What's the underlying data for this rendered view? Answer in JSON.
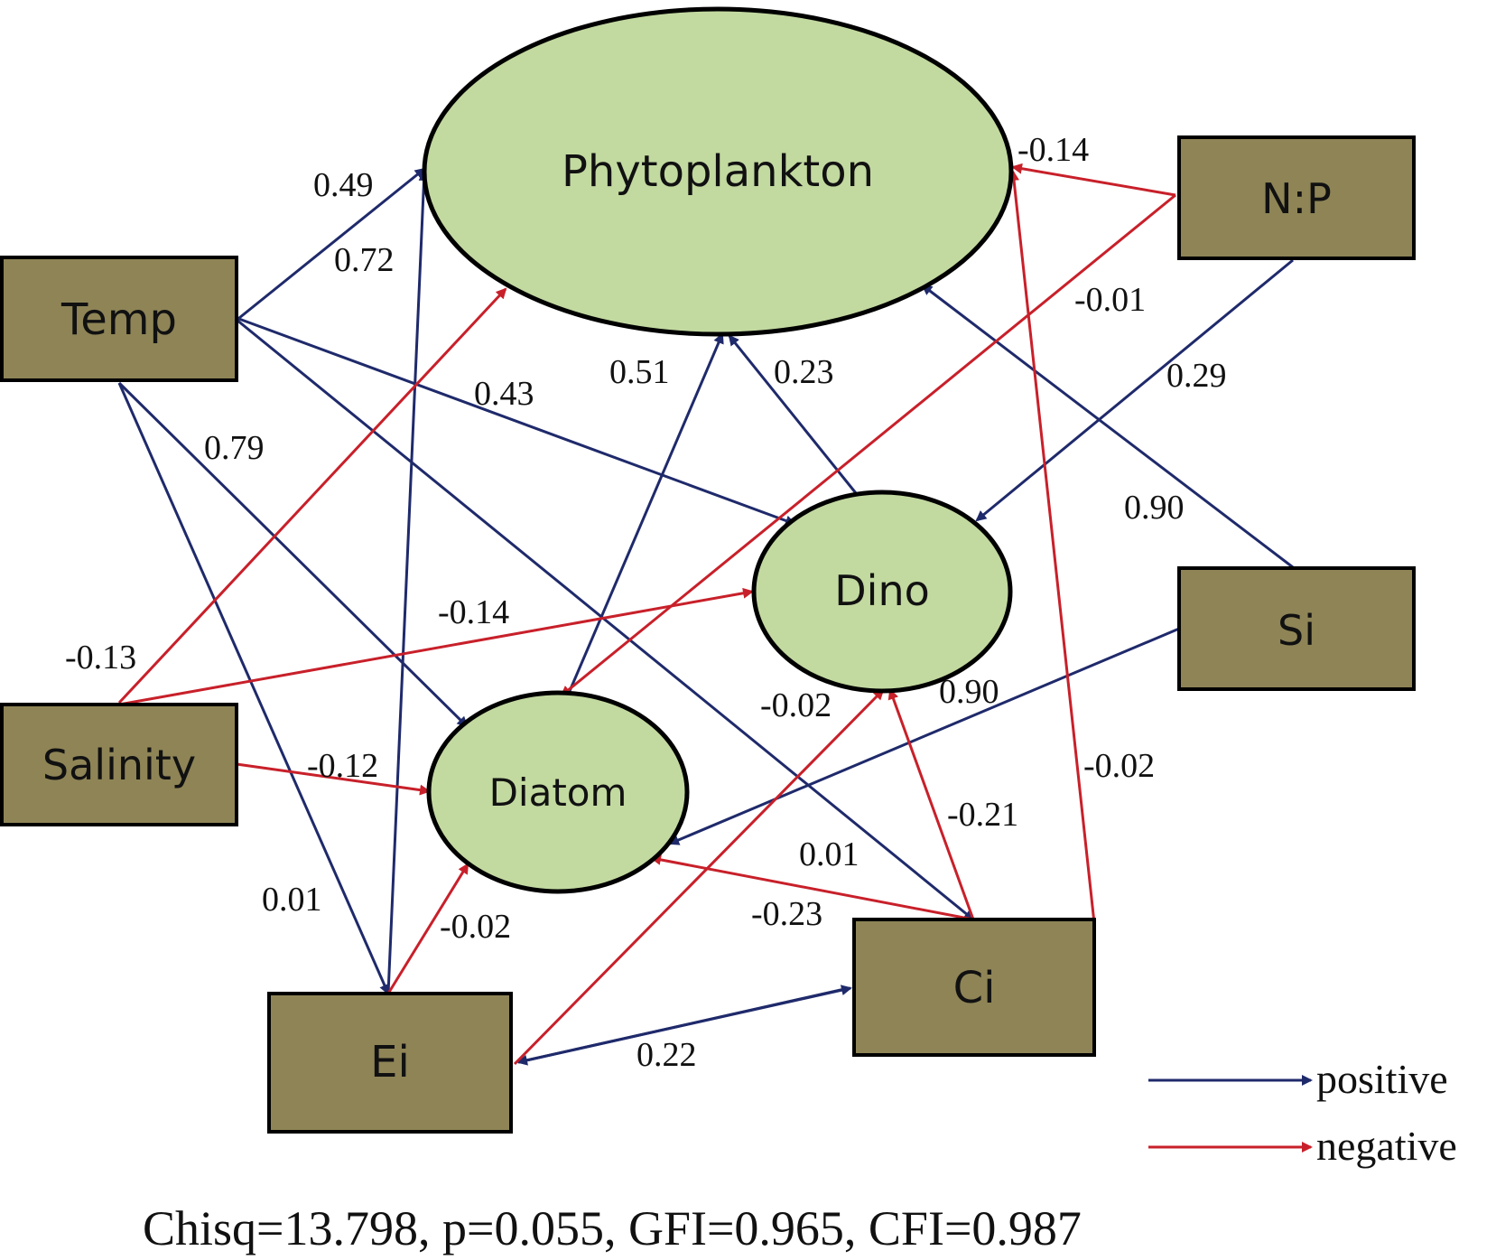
{
  "colors": {
    "positive": "#1f2a6b",
    "negative": "#c8202a",
    "box_fill": "#8e8456",
    "ellipse_fill": "#c2d9a0",
    "outline": "#000000"
  },
  "nodes": {
    "phytoplankton": "Phytoplankton",
    "dino": "Dino",
    "diatom": "Diatom",
    "temp": "Temp",
    "salinity": "Salinity",
    "ei": "Ei",
    "ci": "Ci",
    "np": "N:P",
    "si": "Si"
  },
  "paths": [
    {
      "from": "Temp",
      "to": "Phytoplankton",
      "coefficient": "0.49",
      "sign": "positive"
    },
    {
      "from": "Ei",
      "to": "Phytoplankton",
      "coefficient": "0.72",
      "sign": "positive"
    },
    {
      "from": "Temp",
      "to": "Dino",
      "coefficient": "0.43",
      "sign": "positive"
    },
    {
      "from": "Temp",
      "to": "Diatom",
      "coefficient": "0.79",
      "sign": "positive"
    },
    {
      "from": "Temp",
      "to": "Ci",
      "coefficient": "",
      "sign": "positive"
    },
    {
      "from": "Temp",
      "to": "Ei",
      "coefficient": "0.01",
      "sign": "positive"
    },
    {
      "from": "Salinity",
      "to": "Phytoplankton",
      "coefficient": "-0.13",
      "sign": "negative"
    },
    {
      "from": "Salinity",
      "to": "Dino",
      "coefficient": "-0.14",
      "sign": "negative"
    },
    {
      "from": "Salinity",
      "to": "Diatom",
      "coefficient": "-0.12",
      "sign": "negative"
    },
    {
      "from": "Diatom",
      "to": "Phytoplankton",
      "coefficient": "0.51",
      "sign": "positive"
    },
    {
      "from": "Dino",
      "to": "Phytoplankton",
      "coefficient": "0.23",
      "sign": "positive"
    },
    {
      "from": "N:P",
      "to": "Phytoplankton",
      "coefficient": "-0.14",
      "sign": "negative"
    },
    {
      "from": "N:P",
      "to": "Diatom",
      "coefficient": "-0.01",
      "sign": "negative"
    },
    {
      "from": "N:P",
      "to": "Dino",
      "coefficient": "0.29",
      "sign": "positive"
    },
    {
      "from": "Si",
      "to": "Phytoplankton",
      "coefficient": "0.90",
      "sign": "positive"
    },
    {
      "from": "Si",
      "to": "Diatom",
      "coefficient": "0.90",
      "sign": "positive"
    },
    {
      "from": "Ei",
      "to": "Diatom",
      "coefficient": "-0.02",
      "sign": "negative"
    },
    {
      "from": "Ei",
      "to": "Dino",
      "coefficient": "-0.02",
      "sign": "negative"
    },
    {
      "from": "Ci",
      "to": "Dino",
      "coefficient": "-0.21",
      "sign": "negative"
    },
    {
      "from": "Ci",
      "to": "Diatom",
      "coefficient": "0.01",
      "sign": "negative"
    },
    {
      "from": "Ci",
      "to": "Phytoplankton",
      "coefficient": "-0.02",
      "sign": "negative"
    },
    {
      "from": "Ei",
      "to": "Ci",
      "coefficient": "0.22",
      "sign": "positive"
    }
  ],
  "extra_labels": {
    "ci_diatom_second": "-0.23"
  },
  "legend": {
    "positive": "positive",
    "negative": "negative"
  },
  "fit_statistics": "Chisq=13.798, p=0.055, GFI=0.965, CFI=0.987"
}
